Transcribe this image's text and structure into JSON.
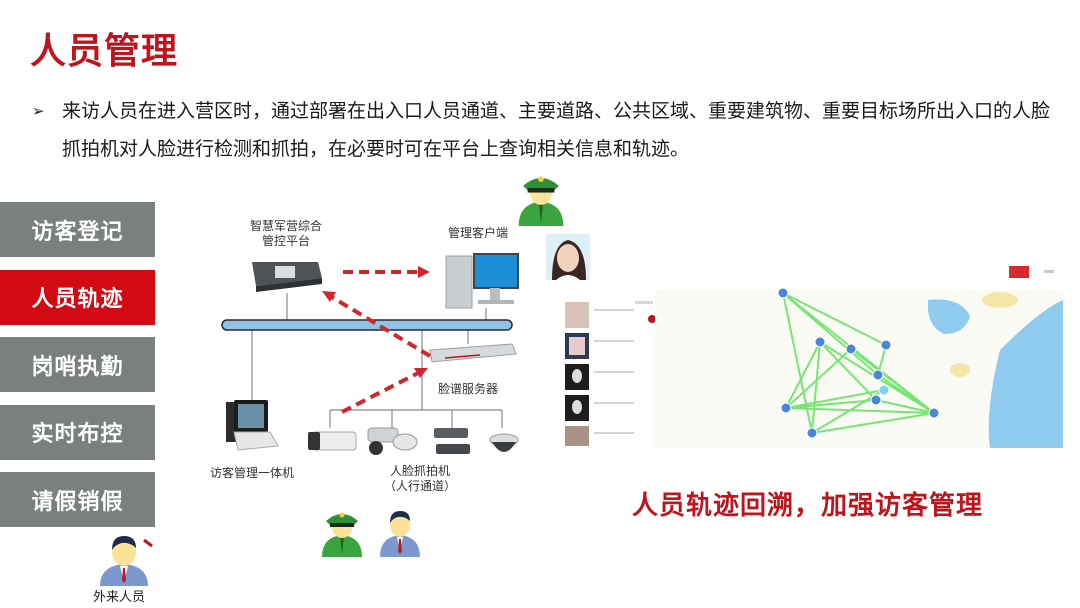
{
  "page": {
    "title": "人员管理",
    "description": "来访人员在进入营区时，通过部署在出入口人员通道、主要道路、公共区域、重要建筑物、重要目标场所出入口的人脸抓拍机对人脸进行检测和抓拍，在必要时可在平台上查询相关信息和轨迹。",
    "bullet": "➢"
  },
  "colors": {
    "accent": "#c0141c",
    "sidebar_active": "#d20b12",
    "sidebar_inactive": "#7a807f",
    "bus": "#8fc3e6",
    "arrow": "#d0262c",
    "track": "#5fe35a",
    "node": "#4a86d8"
  },
  "sidebar": {
    "items": [
      {
        "label": "访客登记",
        "active": false
      },
      {
        "label": "人员轨迹",
        "active": true
      },
      {
        "label": "岗哨执勤",
        "active": false
      },
      {
        "label": "实时布控",
        "active": false
      },
      {
        "label": "请假销假",
        "active": false
      }
    ]
  },
  "diagram": {
    "platform_label_line1": "智慧军营综合",
    "platform_label_line2": "管控平台",
    "client_label": "管理客户端",
    "face_server_label": "脸谱服务器",
    "kiosk_label": "访客管理一体机",
    "camera_label_line1": "人脸抓拍机",
    "camera_label_line2": "（人行通道）",
    "outsider_label": "外来人员"
  },
  "caption": "人员轨迹回溯，加强访客管理"
}
